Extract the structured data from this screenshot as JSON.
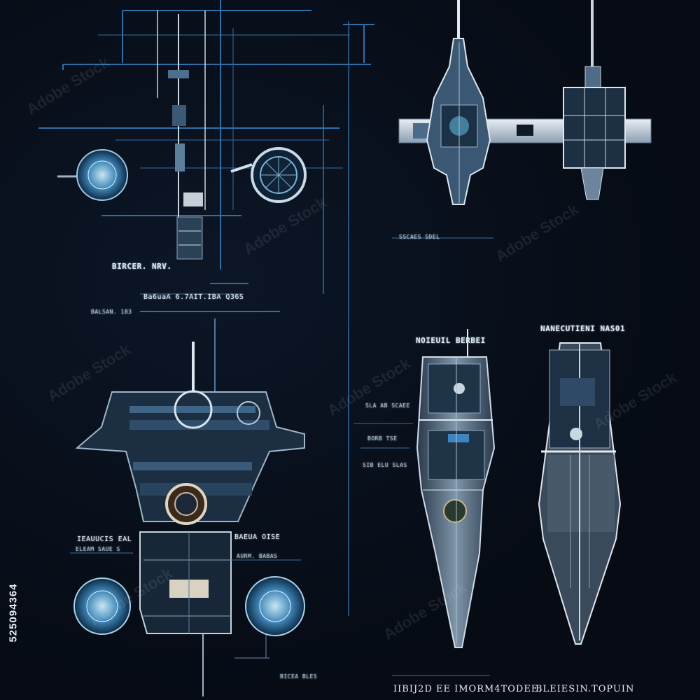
{
  "image": {
    "subject": "Sci-fi spaceship blueprint sheet",
    "watermark_text": "Adobe Stock",
    "stock_id": "525094364",
    "colors": {
      "background": "#070d17",
      "line_blue": "#2f6fa8",
      "hull_steel": "#9fb3c6",
      "highlight": "#e6edf3",
      "glow_cyan": "#5fb4d9"
    }
  },
  "labels": {
    "top_left_a": "BIRCER. NRV.",
    "top_left_b": "Ba6uaA 6.7AIT.IBA Q36S",
    "top_left_c": "BALSAN. 183",
    "top_right_caption": "SSCAES SDEL",
    "ship_b_label": "NOIEUIL BERBEI",
    "ship_c_label": "NANECUTIENI NAS01",
    "mid_notes": [
      "SLA AB SCAEE",
      "BORB TSE",
      "SIB ELU SLAS"
    ],
    "bottom_left_a": "IEAUUCIS EAL",
    "bottom_left_b": "ELEAM SAUE S",
    "bottom_center_a": "BAEUA OISE",
    "bottom_center_b": "AURM. BABAS",
    "bottom_tag": "BICEA BLES",
    "footer_left": "IIBIJ2D EE IMORM4TODEE.",
    "footer_right": "BLEIESIN.TOPUIN"
  }
}
